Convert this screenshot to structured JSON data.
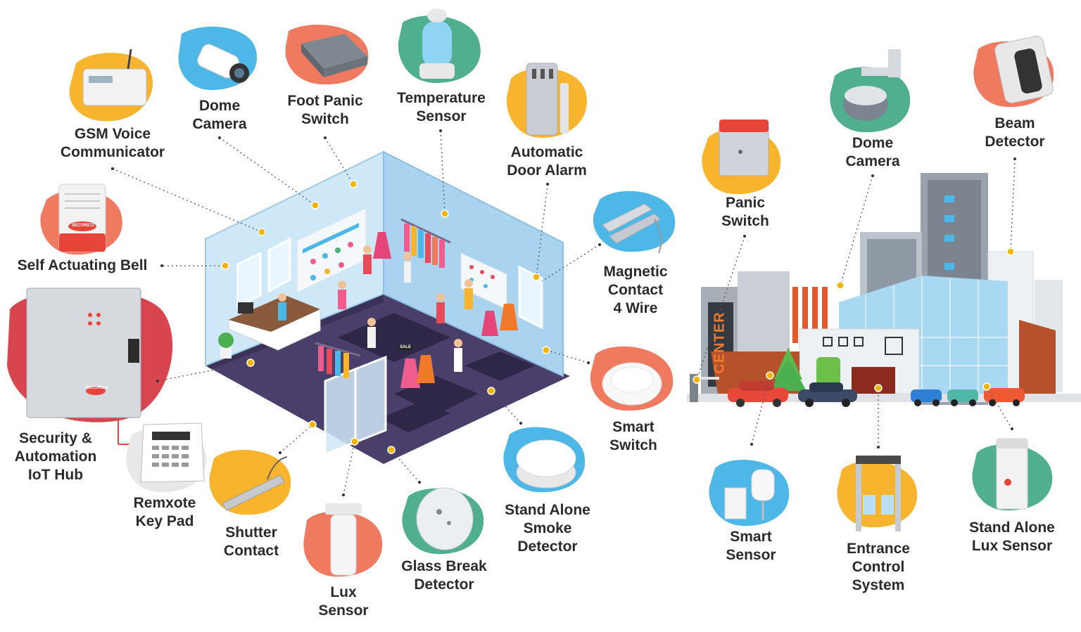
{
  "store": {
    "labels": {
      "gsm": "GSM Voice\nCommunicator",
      "dome1": "Dome\nCamera",
      "foot": "Foot Panic\nSwitch",
      "temp": "Temperature\nSensor",
      "autodoor": "Automatic\nDoor Alarm",
      "bell": "Self Actuating Bell",
      "magnetic": "Magnetic\nContact\n4 Wire",
      "hub": "Security &\nAutomation\nIoT Hub",
      "smartswitch": "Smart\nSwitch",
      "keypad": "Remxote\nKey Pad",
      "shutter": "Shutter\nContact",
      "lux": "Lux\nSensor",
      "glass": "Glass Break\nDetector",
      "smoke": "Stand Alone\nSmoke\nDetector"
    },
    "brand": "SECURICO",
    "shop_sign": "SALE"
  },
  "building": {
    "labels": {
      "panic": "Panic\nSwitch",
      "dome2": "Dome\nCamera",
      "beam": "Beam\nDetector",
      "smartsensor": "Smart\nSensor",
      "entrance": "Entrance\nControl\nSystem",
      "luxalone": "Stand Alone\nLux Sensor"
    },
    "sign": "CENTER"
  },
  "colors": {
    "yellow": "#f7b42c",
    "blue": "#4db8e8",
    "coral": "#f07a60",
    "green": "#4faf8e",
    "red": "#d9454f",
    "text": "#2b2b2b"
  }
}
